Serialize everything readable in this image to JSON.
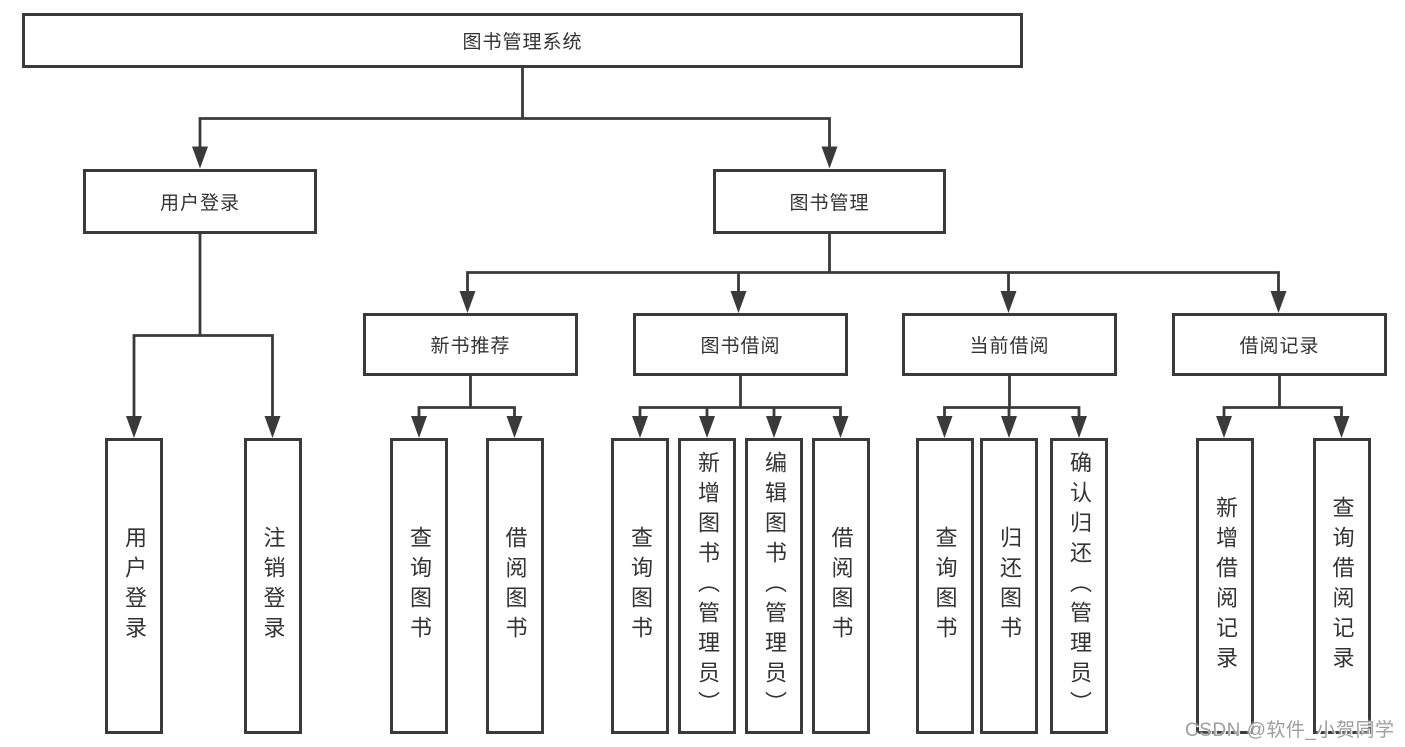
{
  "diagram": {
    "title_node": {
      "label": "图书管理系统"
    },
    "level2": [
      {
        "label": "用户登录"
      },
      {
        "label": "图书管理"
      }
    ],
    "level3": [
      {
        "label": "新书推荐",
        "parent": "图书管理"
      },
      {
        "label": "图书借阅",
        "parent": "图书管理"
      },
      {
        "label": "当前借阅",
        "parent": "图书管理"
      },
      {
        "label": "借阅记录",
        "parent": "图书管理"
      }
    ],
    "leaves": [
      {
        "label": "用户登录",
        "parent": "用户登录"
      },
      {
        "label": "注销登录",
        "parent": "用户登录"
      },
      {
        "label": "查询图书",
        "parent": "新书推荐"
      },
      {
        "label": "借阅图书",
        "parent": "新书推荐"
      },
      {
        "label": "查询图书",
        "parent": "图书借阅"
      },
      {
        "label": "新增图书（管理员）",
        "parent": "图书借阅"
      },
      {
        "label": "编辑图书（管理员）",
        "parent": "图书借阅"
      },
      {
        "label": "借阅图书",
        "parent": "图书借阅"
      },
      {
        "label": "查询图书",
        "parent": "当前借阅"
      },
      {
        "label": "归还图书",
        "parent": "当前借阅"
      },
      {
        "label": "确认归还（管理员）",
        "parent": "当前借阅"
      },
      {
        "label": "新增借阅记录",
        "parent": "借阅记录"
      },
      {
        "label": "查询借阅记录",
        "parent": "借阅记录"
      }
    ],
    "colors": {
      "line": "#3a3a3a",
      "text": "#333333",
      "background": "#ffffff",
      "watermark": "#9e9e9e"
    }
  },
  "watermark": {
    "text": "CSDN @软件_小贺同学"
  }
}
